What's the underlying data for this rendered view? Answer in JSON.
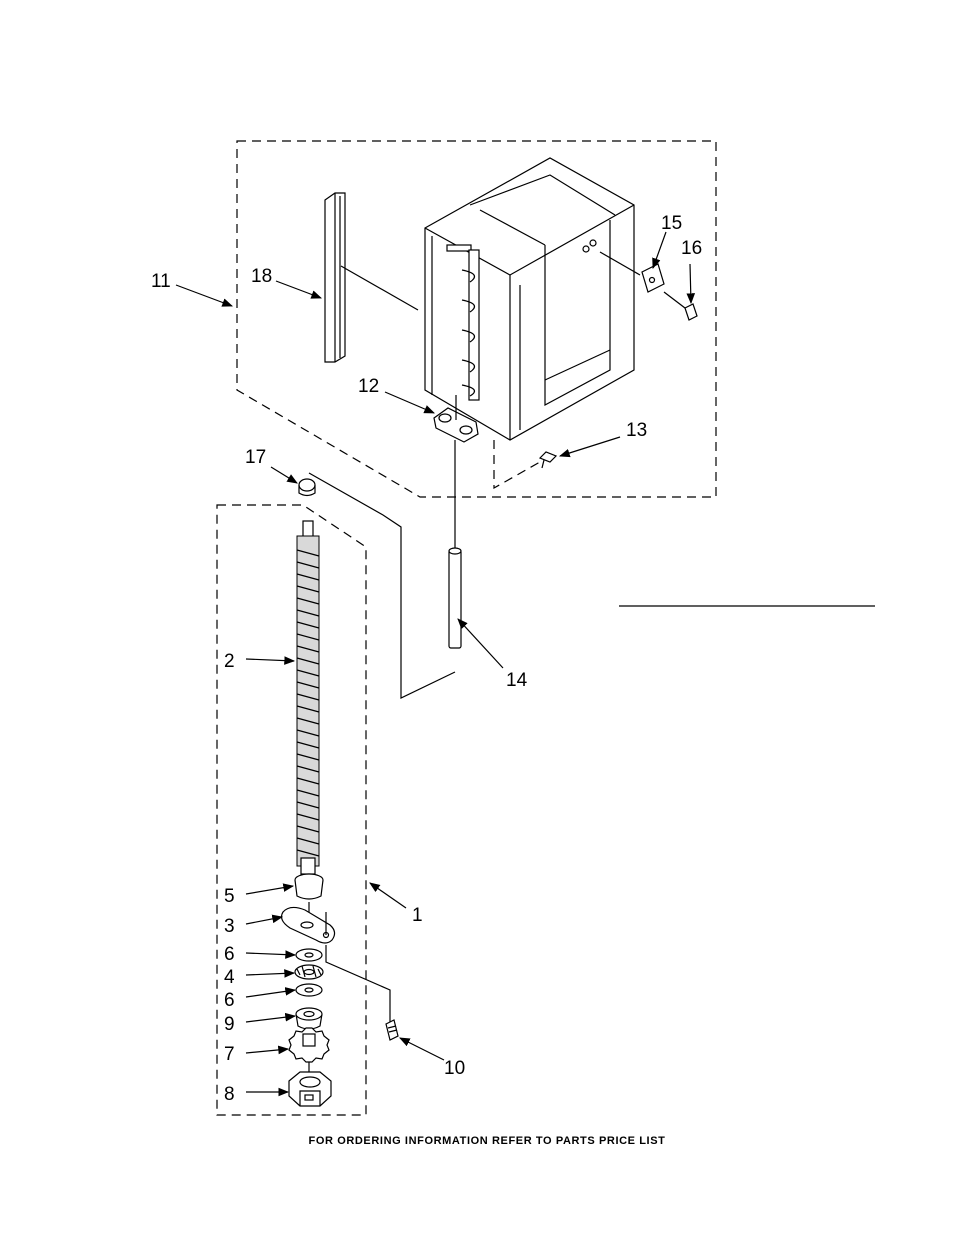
{
  "callouts": {
    "c1": "1",
    "c2": "2",
    "c3": "3",
    "c4": "4",
    "c5": "5",
    "c6a": "6",
    "c6b": "6",
    "c7": "7",
    "c8": "8",
    "c9": "9",
    "c10": "10",
    "c11": "11",
    "c12": "12",
    "c13": "13",
    "c14": "14",
    "c15": "15",
    "c16": "16",
    "c17": "17",
    "c18": "18"
  },
  "footer": "FOR ORDERING INFORMATION REFER TO PARTS PRICE LIST"
}
